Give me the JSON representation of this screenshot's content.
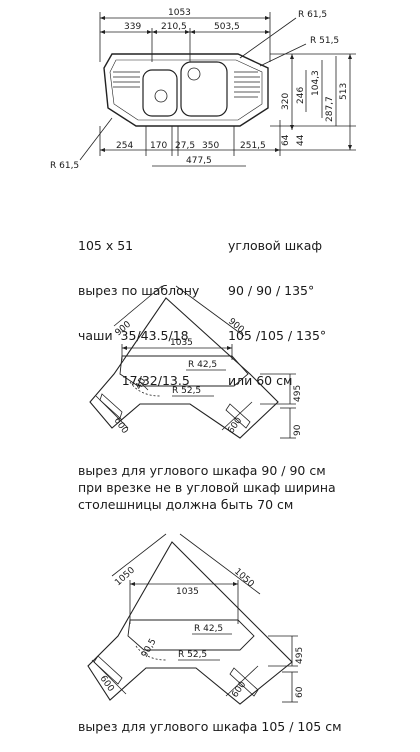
{
  "top_drawing": {
    "width_dims": [
      "1053",
      "339",
      "210,5",
      "503,5"
    ],
    "radius_labels": [
      "R 61,5",
      "R 51,5",
      "R 61,5"
    ],
    "bottom_dims": [
      "254",
      "170",
      "27,5",
      "350",
      "251,5",
      "477,5"
    ],
    "right_dims": [
      "104,3",
      "320",
      "246",
      "287,7",
      "513",
      "64",
      "44"
    ]
  },
  "specs": {
    "left": [
      "105 x 51",
      "вырез по шаблону",
      "чаши  35/43.5/18",
      "           17/32/13.5"
    ],
    "right": [
      "угловой шкаф",
      "90 / 90 / 135°",
      "105 /105 / 135°",
      "или 60 см"
    ]
  },
  "diagram_90": {
    "side_labels": [
      "900",
      "900"
    ],
    "width_label": "1035",
    "small_label": "40",
    "radius_labels": [
      "R 42,5",
      "R 52,5"
    ],
    "depth_labels": [
      "600",
      "600"
    ],
    "right_labels": [
      "495",
      "90"
    ]
  },
  "caption_90": [
    "вырез для углового шкафа 90 / 90 см",
    "при врезке не в угловой шкаф ширина",
    "столешницы должна быть 70 см"
  ],
  "diagram_105": {
    "side_labels": [
      "1050",
      "1050"
    ],
    "width_label": "1035",
    "small_label": "90,5",
    "radius_labels": [
      "R 42,5",
      "R 52,5"
    ],
    "depth_labels": [
      "600",
      "600"
    ],
    "right_labels": [
      "495",
      "60"
    ]
  },
  "caption_105": [
    "вырез для углового шкафа 105 / 105 см"
  ]
}
